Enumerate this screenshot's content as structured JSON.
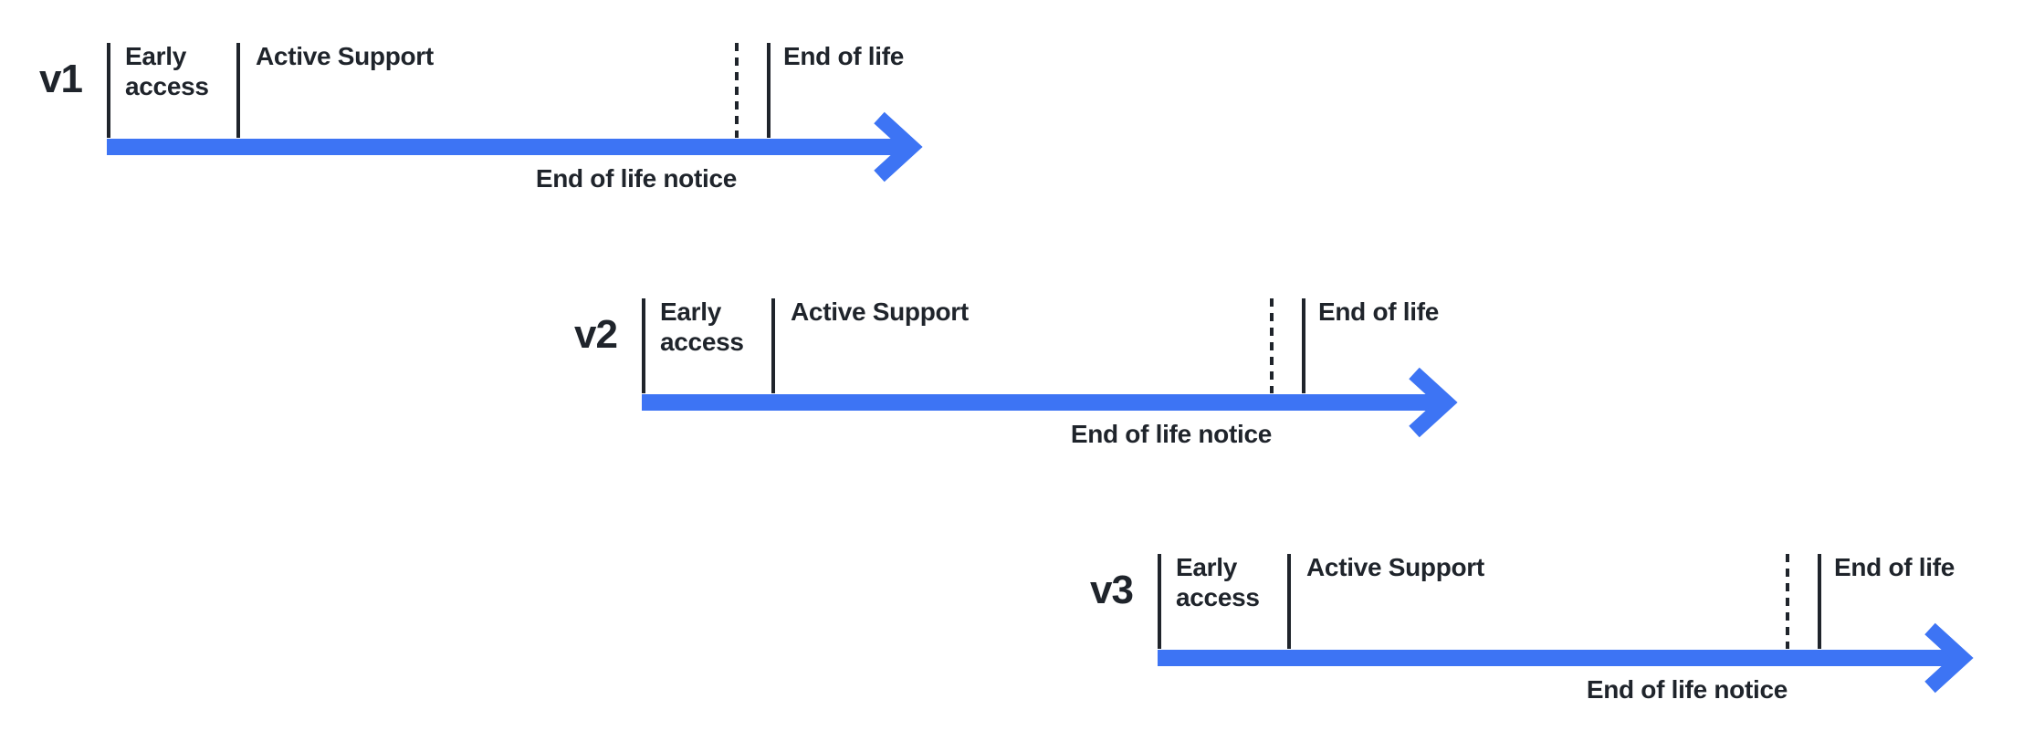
{
  "colors": {
    "ink": "#1f242b",
    "arrow_blue": "#3d74f4",
    "background": "#ffffff"
  },
  "timelines": [
    {
      "version": "v1",
      "early_access_label": "Early access",
      "active_support_label": "Active Support",
      "end_of_life_label": "End of life",
      "end_of_life_notice_label": "End of life notice"
    },
    {
      "version": "v2",
      "early_access_label": "Early access",
      "active_support_label": "Active Support",
      "end_of_life_label": "End of life",
      "end_of_life_notice_label": "End of life notice"
    },
    {
      "version": "v3",
      "early_access_label": "Early access",
      "active_support_label": "Active Support",
      "end_of_life_label": "End of life",
      "end_of_life_notice_label": "End of life notice"
    }
  ]
}
